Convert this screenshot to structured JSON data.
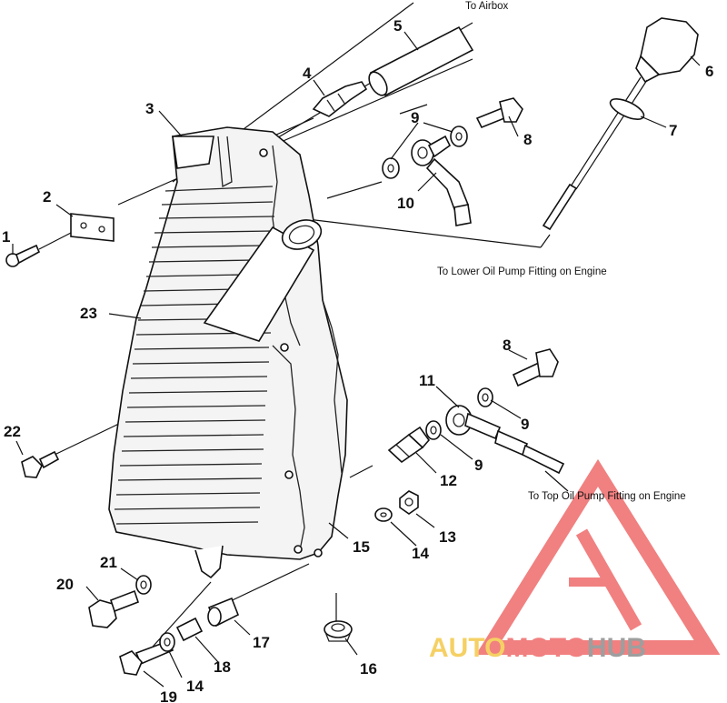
{
  "callouts": {
    "c1": "1",
    "c2": "2",
    "c3": "3",
    "c4": "4",
    "c5": "5",
    "c6": "6",
    "c7": "7",
    "c8a": "8",
    "c8b": "8",
    "c9a": "9",
    "c9b": "9",
    "c9c": "9",
    "c10": "10",
    "c11": "11",
    "c12": "12",
    "c13": "13",
    "c14a": "14",
    "c14b": "14",
    "c15": "15",
    "c16": "16",
    "c17": "17",
    "c18": "18",
    "c19": "19",
    "c20": "20",
    "c21": "21",
    "c22": "22",
    "c23": "23"
  },
  "notes": {
    "airbox": "To Airbox",
    "lower_pump": "To Lower Oil Pump Fitting on Engine",
    "top_pump": "To Top Oil Pump Fitting on Engine"
  },
  "watermark": {
    "part1": "AUTO",
    "part2": "MOTO",
    "part3": "HUB",
    "colors": {
      "yellow": "#f4c84a",
      "red": "#ef6a6a",
      "gray": "#8e8e8e"
    }
  }
}
